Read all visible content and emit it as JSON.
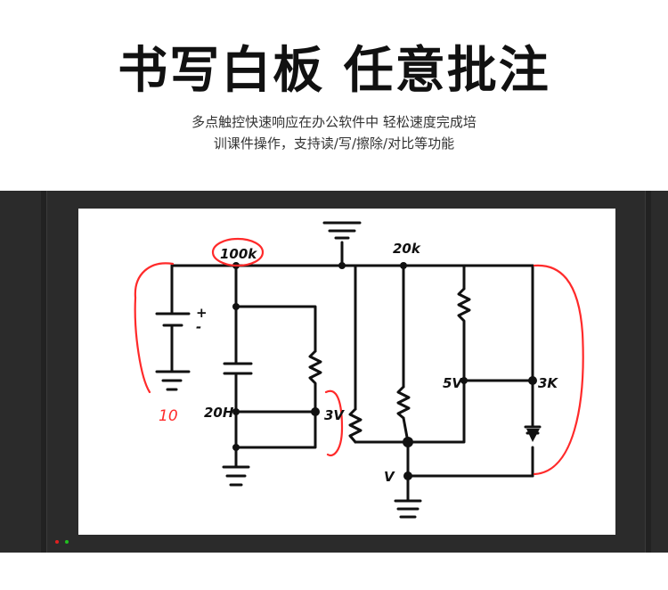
{
  "header": {
    "title": "书写白板  任意批注",
    "subtitle_line1": "多点触控快速响应在办公软件中 轻松速度完成培",
    "subtitle_line2": "训课件操作，支持读/写/擦除/对比等功能"
  },
  "whiteboard": {
    "annotations": {
      "r1": "100k",
      "r2": "20k",
      "cap": "20H",
      "v3": "3V",
      "v5": "5V",
      "k3": "3K",
      "v": "V",
      "ten": "10"
    },
    "battery_plus": "+",
    "battery_minus": "-"
  },
  "colors": {
    "ink": "#111111",
    "red_ink": "#ff2a2a",
    "device": "#2b2b2b"
  }
}
